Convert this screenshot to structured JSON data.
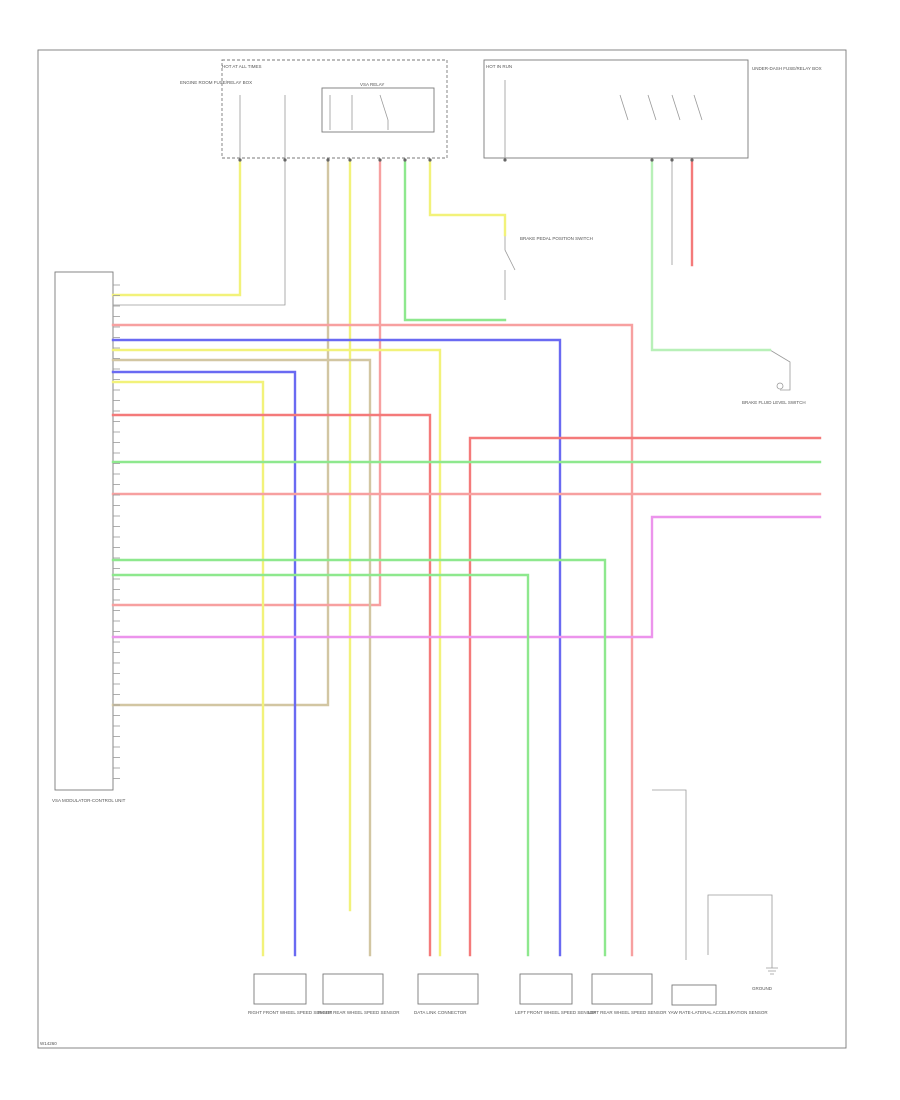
{
  "colors": {
    "yellow": "#f2f27a",
    "red": "#f47a7a",
    "green": "#8ee88e",
    "blue": "#6a6af2",
    "pink": "#f7a0a0",
    "magenta": "#ec94ec",
    "tan": "#d2c6a2",
    "lightgreen": "#b8f0b8",
    "frame": "#7a7a7a"
  },
  "components": {
    "fuse_block_1": "HOT AT ALL TIMES",
    "fuse_block_2": "HOT IN RUN",
    "engine_room_fuse_box": "ENGINE ROOM FUSE/RELAY BOX",
    "under_dash_fuse_box": "UNDER-DASH FUSE/RELAY BOX",
    "abs_relay": "VSA RELAY",
    "stop_switch": "BRAKE PEDAL POSITION SWITCH",
    "ecm": "VSA MODULATOR-CONTROL UNIT",
    "brake_fluid_switch": "BRAKE FLUID LEVEL SWITCH",
    "wheel_sensor_rf": "RIGHT FRONT WHEEL SPEED SENSOR",
    "wheel_sensor_rr": "RIGHT REAR WHEEL SPEED SENSOR",
    "wheel_sensor_lf": "LEFT FRONT WHEEL SPEED SENSOR",
    "wheel_sensor_lr": "LEFT REAR WHEEL SPEED SENSOR",
    "dlc": "DATA LINK CONNECTOR",
    "yaw_sensor": "YAW RATE-LATERAL ACCELERATION SENSOR",
    "ground": "GROUND"
  },
  "footer": {
    "code": "W14260"
  }
}
